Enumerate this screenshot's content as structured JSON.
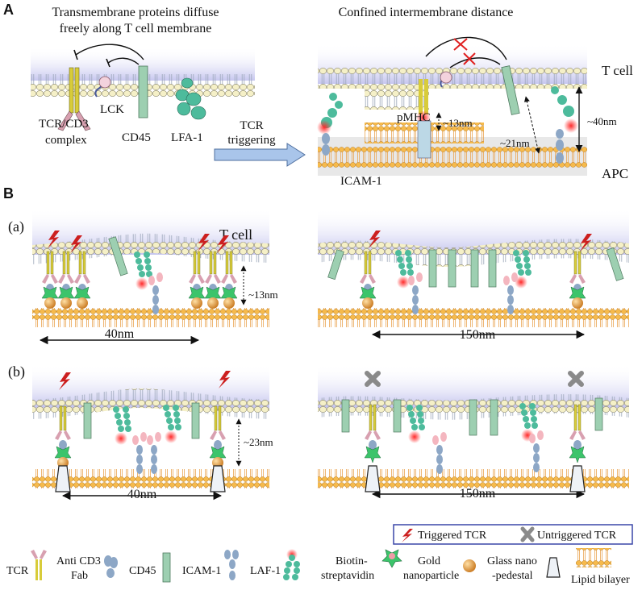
{
  "panel_a": {
    "letter": "A",
    "left_title_1": "Transmembrane proteins diffuse",
    "left_title_2": "freely along T cell membrane",
    "right_title": "Confined intermembrane distance",
    "lck": "LCK",
    "tcr_cd3_1": "TCR/CD3",
    "tcr_cd3_2": "complex",
    "cd45": "CD45",
    "lfa1": "LFA-1",
    "trigger_1": "TCR",
    "trigger_2": "triggering",
    "t_cell": "T cell",
    "apc": "APC",
    "pmhc": "pMHC",
    "icam1": "ICAM-1",
    "d13": "~13nm",
    "d21": "~21nm",
    "d40": "~40nm"
  },
  "panel_b": {
    "letter": "B",
    "row_a": "(a)",
    "row_b": "(b)",
    "t_cell": "T cell",
    "d13": "~13nm",
    "d23": "~23nm",
    "s40": "40nm",
    "s150": "150nm"
  },
  "legend": {
    "triggered": "Triggered TCR",
    "untriggered": "Untriggered TCR",
    "tcr": "TCR",
    "anti_cd3_1": "Anti CD3",
    "anti_cd3_2": "Fab",
    "cd45": "CD45",
    "icam1": "ICAM-1",
    "laf1": "LAF-1",
    "biotin_1": "Biotin-",
    "biotin_2": "streptavidin",
    "gold_1": "Gold",
    "gold_2": "nanoparticle",
    "glass_1": "Glass nano",
    "glass_2": "-pedestal",
    "lipid": "Lipid bilayer"
  },
  "colors": {
    "t_cell_gradient": "#c9c9f0",
    "lipid_head_tcell": "#f3eec2",
    "lipid_head_apc": "#f2b64a",
    "tcr_yellow": "#d8cc3a",
    "cd45_green": "#9dcfb1",
    "lfa_teal": "#4dbb9c",
    "icam_blue": "#8da7c6",
    "gold": "#e39a3c",
    "streptavidin": "#3cc46b",
    "trigger_red": "#cc1f1f",
    "untriggered_gray": "#8a8a8a",
    "arrow_blue": "#a9c5ea"
  }
}
